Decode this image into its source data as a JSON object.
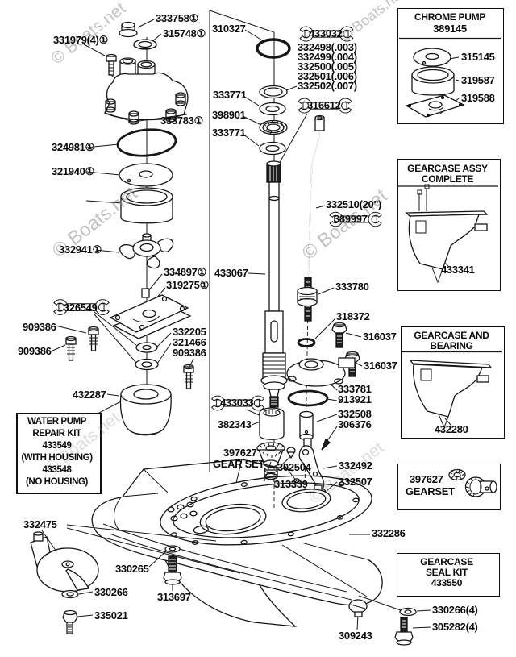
{
  "watermark": {
    "text": "© Boats.net"
  },
  "part_labels": [
    "333758①",
    "315748①",
    "331979(4)①",
    "333783①",
    "324981①",
    "321940①",
    "332941①",
    "334897①",
    "319275①",
    "326549",
    "909386",
    "909386",
    "332205",
    "321466",
    "909386",
    "432287",
    "332475",
    "330265",
    "330266",
    "335021",
    "313697",
    "310327",
    "433032",
    "332498(.003)",
    "332499(.004)",
    "332500(.005)",
    "332501(.006)",
    "332502(.007)",
    "333771",
    "398901",
    "333771",
    "316612",
    "332510(20'')",
    "389997",
    "433067",
    "333780",
    "318372",
    "316037",
    "316037",
    "333781",
    "913921",
    "332508",
    "306376",
    "433033",
    "382343",
    "397627",
    "GEAR SET",
    "302504",
    "313339",
    "332492",
    "332507",
    "332286",
    "309243",
    "330266(4)",
    "305282(4)"
  ],
  "chrome_pump_box": {
    "title": "CHROME PUMP",
    "number": "389145",
    "items": [
      "315145",
      "319587",
      "319588"
    ]
  },
  "gearcase_assy_box": {
    "line1": "GEARCASE ASSY",
    "line2": "COMPLETE",
    "part": "433341"
  },
  "gearcase_bearing_box": {
    "line1": "GEARCASE AND",
    "line2": "BEARING",
    "part": "432280"
  },
  "gearset_box": {
    "line1": "397627",
    "line2": "GEARSET"
  },
  "seal_kit_box": {
    "line1": "GEARCASE",
    "line2": "SEAL KIT",
    "line3": "433550"
  },
  "water_pump_kit_box": {
    "lines": [
      "WATER PUMP",
      "REPAIR KIT",
      "433549",
      "(WITH HOUSING)",
      "433548",
      "(NO HOUSING)"
    ]
  }
}
